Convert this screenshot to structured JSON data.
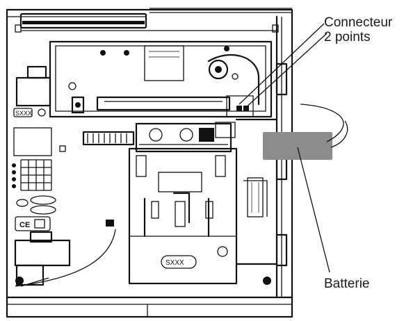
{
  "labels": {
    "connector_line1": "Connecteur",
    "connector_line2": "2 points",
    "battery": "Batterie"
  },
  "markings": {
    "model_tag_top": "SXXX",
    "model_tag_bottom": "SXXX",
    "ce_mark": "CE"
  },
  "colors": {
    "line": "#111111",
    "battery": "#8c8c8c",
    "background": "#ffffff"
  }
}
